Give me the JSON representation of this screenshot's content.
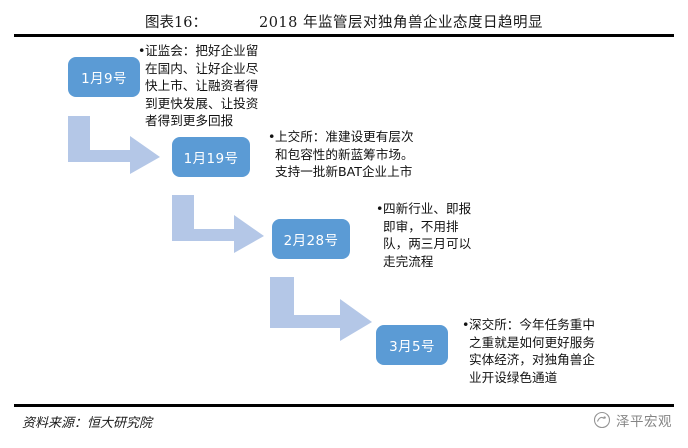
{
  "header": {
    "figure_label": "图表16：",
    "title": "2018 年监管层对独角兽企业态度日趋明显"
  },
  "timeline": {
    "items": [
      {
        "date_label": "1月9号",
        "bullet": "•",
        "note": "证监会：把好企业留\n在国内、让好企业尽\n快上市、让融资者得\n到更快发展、让投资\n者得到更多回报"
      },
      {
        "date_label": "1月19号",
        "bullet": "•",
        "note": "上交所：准建设更有层次\n和包容性的新蓝筹市场。\n支持一批新BAT企业上市"
      },
      {
        "date_label": "2月28号",
        "bullet": "•",
        "note": "四新行业、即报\n即审，不用排\n队，两三月可以\n走完流程"
      },
      {
        "date_label": "3月5号",
        "bullet": "•",
        "note": "深交所：今年任务重中\n之重就是如何更好服务\n实体经济，对独角兽企\n业开设绿色通道"
      }
    ],
    "connector_icon": "elbow-arrow-right-icon",
    "connector_count": 3
  },
  "footer": {
    "source": "资料来源：恒大研究院",
    "watermark_text": "泽平宏观",
    "watermark_icon": "circle-logo-icon"
  },
  "colors": {
    "box_blue": "#5B9BD5",
    "arrow_blue": "#B4C7E7",
    "rule_black": "#000000",
    "text_black": "#111111",
    "box_text": "#FFFFFF"
  }
}
